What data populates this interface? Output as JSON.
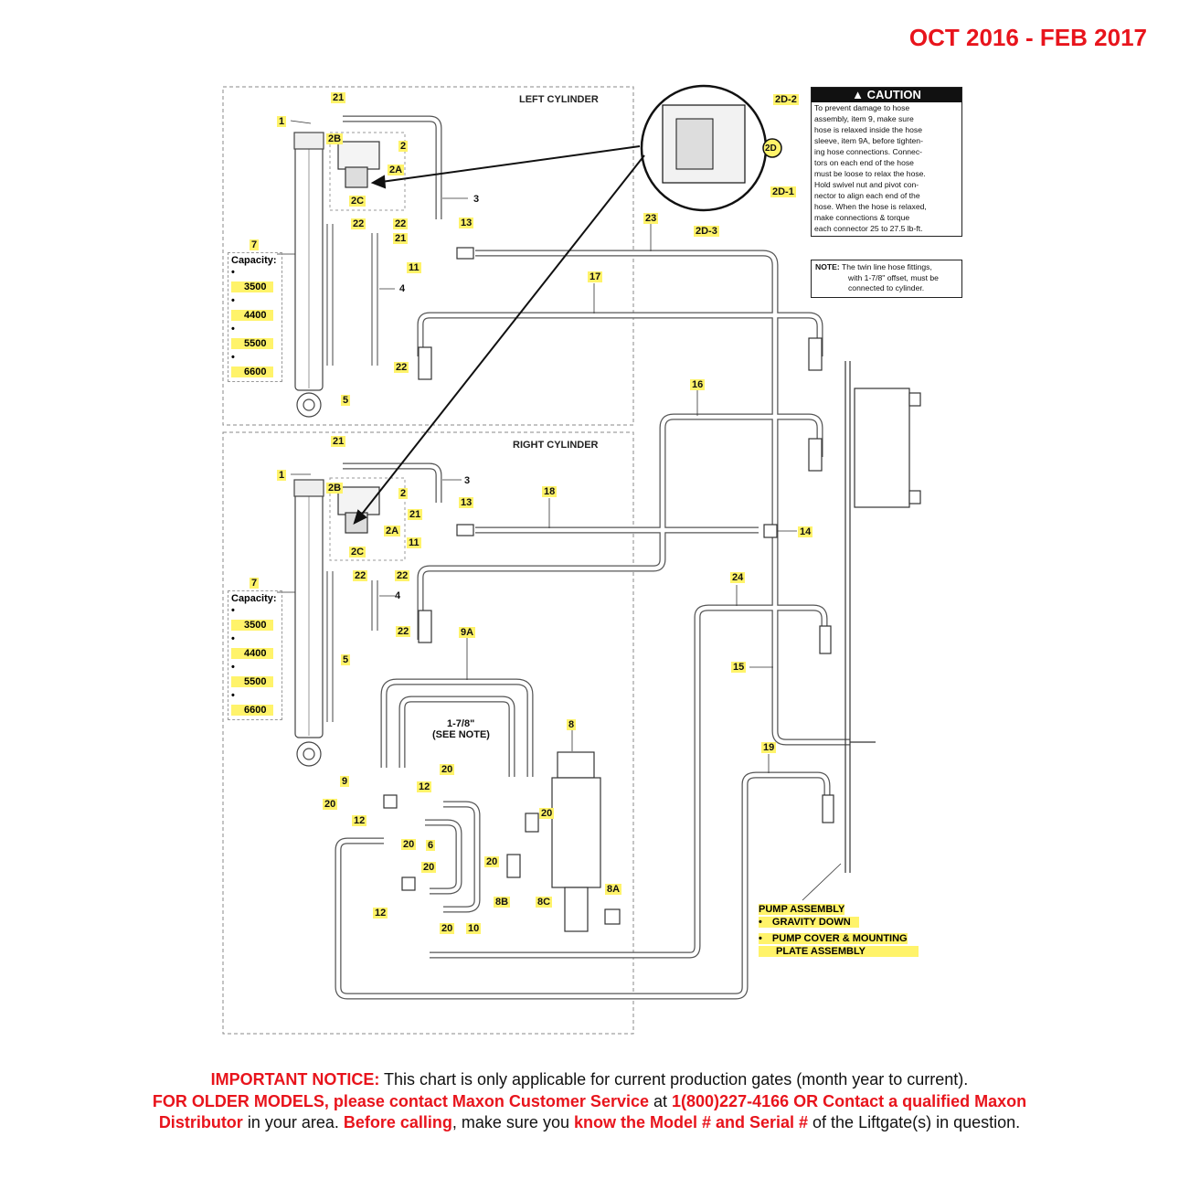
{
  "date_range": "OCT 2016 - FEB 2017",
  "panels": {
    "left_title": "LEFT CYLINDER",
    "right_title": "RIGHT CYLINDER"
  },
  "capacity": {
    "label_num": "7",
    "label": "Capacity:",
    "values": [
      "3500",
      "4400",
      "5500",
      "6600"
    ]
  },
  "callouts": {
    "c1": "1",
    "c2": "2",
    "c2a": "2A",
    "c2b": "2B",
    "c2c": "2C",
    "c2d": "2D",
    "c2d1": "2D-1",
    "c2d2": "2D-2",
    "c2d3": "2D-3",
    "c3": "3",
    "c4": "4",
    "c5": "5",
    "c6": "6",
    "c7": "7",
    "c8": "8",
    "c8a": "8A",
    "c8b": "8B",
    "c8c": "8C",
    "c9": "9",
    "c9a": "9A",
    "c10": "10",
    "c11": "11",
    "c12": "12",
    "c13": "13",
    "c14": "14",
    "c15": "15",
    "c16": "16",
    "c17": "17",
    "c18": "18",
    "c19": "19",
    "c20": "20",
    "c21": "21",
    "c22": "22",
    "c23": "23",
    "c24": "24"
  },
  "offset_label": {
    "line1": "1-7/8\"",
    "line2": "(SEE NOTE)"
  },
  "caution": {
    "title": "CAUTION",
    "lines": [
      "To prevent damage to hose",
      "assembly, item 9, make sure",
      "hose is relaxed inside the hose",
      "sleeve, item 9A, before tighten-",
      "ing hose connections. Connec-",
      "tors on each end of the hose",
      "must be loose to relax the hose.",
      "Hold swivel nut and pivot con-",
      "nector to align each end of the",
      "hose. When the hose is relaxed,",
      "make connections & torque",
      "each connector 25 to 27.5 lb-ft."
    ]
  },
  "note": {
    "label": "NOTE:",
    "lines": [
      "The twin line hose fittings,",
      "with 1-7/8\" offset, must be",
      "connected to cylinder."
    ]
  },
  "pump": {
    "title": "PUMP ASSEMBLY",
    "items": [
      "GRAVITY DOWN",
      "PUMP COVER & MOUNTING",
      "PLATE ASSEMBLY"
    ]
  },
  "footer": {
    "notice_label": "IMPORTANT NOTICE:",
    "notice_text": " This chart is only applicable for current production gates (month year to current).",
    "older_label": "FOR OLDER MODELS, please contact Maxon Customer Service",
    "at": " at ",
    "phone": "1(800)227-4166 OR Contact a qualified Maxon",
    "distributor": "Distributor",
    "in_area": " in your area. ",
    "before_calling": "Before calling",
    "make_sure": ", make sure you ",
    "know_model": "know the Model # and Serial #",
    "of_liftgate": " of the Liftgate(s) in question."
  },
  "colors": {
    "accent_red": "#e8141c",
    "callout_yellow": "#fff36a"
  }
}
